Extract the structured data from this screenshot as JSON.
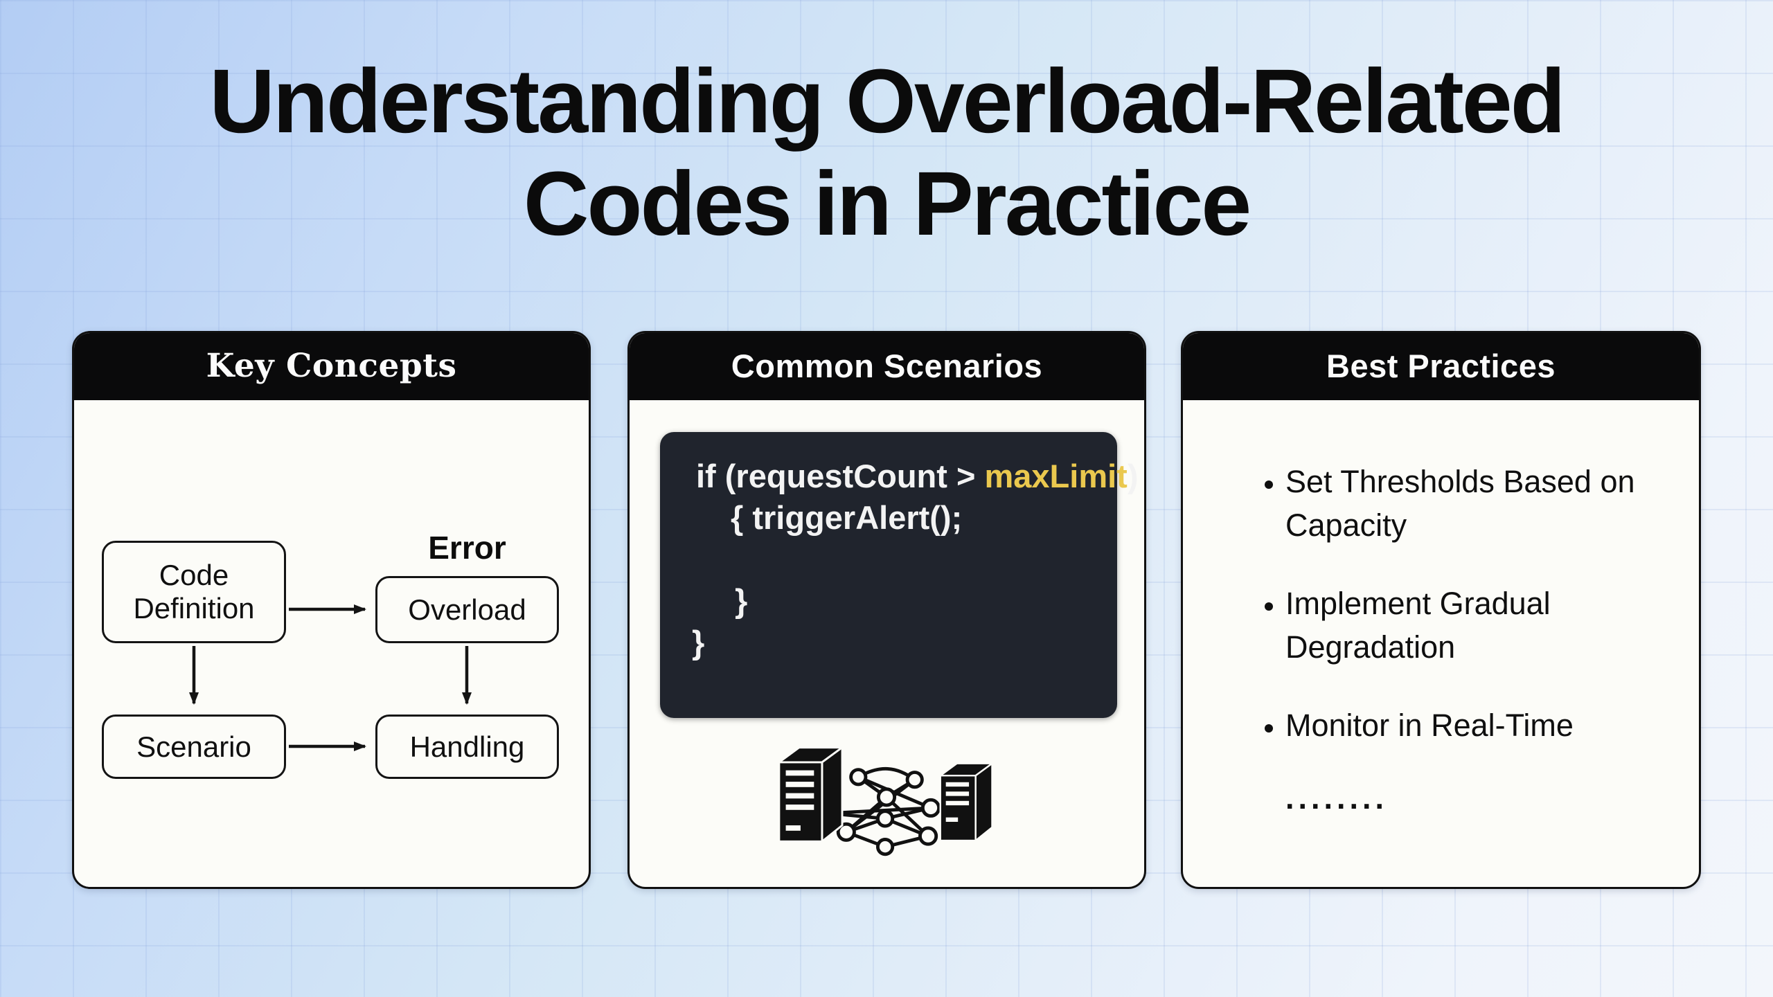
{
  "title": {
    "line1": "Understanding Overload-Related",
    "line2": "Codes in Practice"
  },
  "key_concepts": {
    "header": "Key Concepts",
    "error_label": "Error",
    "nodes": {
      "code_definition": "Code Definition",
      "overload": "Overload",
      "scenario": "Scenario",
      "handling": "Handling"
    }
  },
  "common_scenarios": {
    "header": "Common Scenarios",
    "code": {
      "l1a": "if (requestCount > ",
      "l1b": "maxLimit",
      "l1c": ")",
      "l2": "{ triggerAlert();",
      "l3": "",
      "l4": "}",
      "l5": "}"
    },
    "icon": "servers-network-icon"
  },
  "best_practices": {
    "header": "Best Practices",
    "items": [
      "Set Thresholds Based on Capacity",
      "Implement Gradual Degradation",
      "Monitor in Real-Time"
    ],
    "ellipsis": "........"
  },
  "colors": {
    "background_top_left": "#b3cdf4",
    "background_bottom_right": "#f3f6fb",
    "card_header": "#0a0a0b",
    "card_body": "#fcfcf8",
    "code_background": "#20242d",
    "code_text": "#f3f3f3",
    "code_highlight": "#eac84e",
    "outline": "#141414"
  }
}
